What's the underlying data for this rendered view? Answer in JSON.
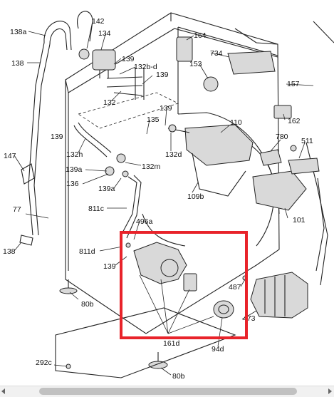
{
  "diagram": {
    "labels": [
      {
        "id": "138a",
        "text": "138a"
      },
      {
        "id": "142",
        "text": "142"
      },
      {
        "id": "134",
        "text": "134"
      },
      {
        "id": "164",
        "text": "164"
      },
      {
        "id": "138",
        "text": "138"
      },
      {
        "id": "139-a",
        "text": "139"
      },
      {
        "id": "132bd",
        "text": "132b-d"
      },
      {
        "id": "734",
        "text": "734"
      },
      {
        "id": "153",
        "text": "153"
      },
      {
        "id": "139-b",
        "text": "139"
      },
      {
        "id": "157",
        "text": "157"
      },
      {
        "id": "132",
        "text": "132"
      },
      {
        "id": "139-c",
        "text": "139"
      },
      {
        "id": "135",
        "text": "135"
      },
      {
        "id": "162",
        "text": "162"
      },
      {
        "id": "110",
        "text": "110"
      },
      {
        "id": "139-d",
        "text": "139"
      },
      {
        "id": "780",
        "text": "780"
      },
      {
        "id": "511",
        "text": "511"
      },
      {
        "id": "132h",
        "text": "132h"
      },
      {
        "id": "132d",
        "text": "132d"
      },
      {
        "id": "147",
        "text": "147"
      },
      {
        "id": "139a-1",
        "text": "139a"
      },
      {
        "id": "132m",
        "text": "132m"
      },
      {
        "id": "136",
        "text": "136"
      },
      {
        "id": "139a-2",
        "text": "139a"
      },
      {
        "id": "109b",
        "text": "109b"
      },
      {
        "id": "77",
        "text": "77"
      },
      {
        "id": "811c",
        "text": "811c"
      },
      {
        "id": "101",
        "text": "101"
      },
      {
        "id": "496a",
        "text": "496a"
      },
      {
        "id": "138-b",
        "text": "138"
      },
      {
        "id": "811d",
        "text": "811d"
      },
      {
        "id": "139-e",
        "text": "139"
      },
      {
        "id": "487",
        "text": "487"
      },
      {
        "id": "80b-1",
        "text": "80b"
      },
      {
        "id": "473",
        "text": "473"
      },
      {
        "id": "161d",
        "text": "161d"
      },
      {
        "id": "94d",
        "text": "94d"
      },
      {
        "id": "292c",
        "text": "292c"
      },
      {
        "id": "80b-2",
        "text": "80b"
      }
    ],
    "highlight_color": "#e8232a",
    "line_color": "#222222"
  }
}
